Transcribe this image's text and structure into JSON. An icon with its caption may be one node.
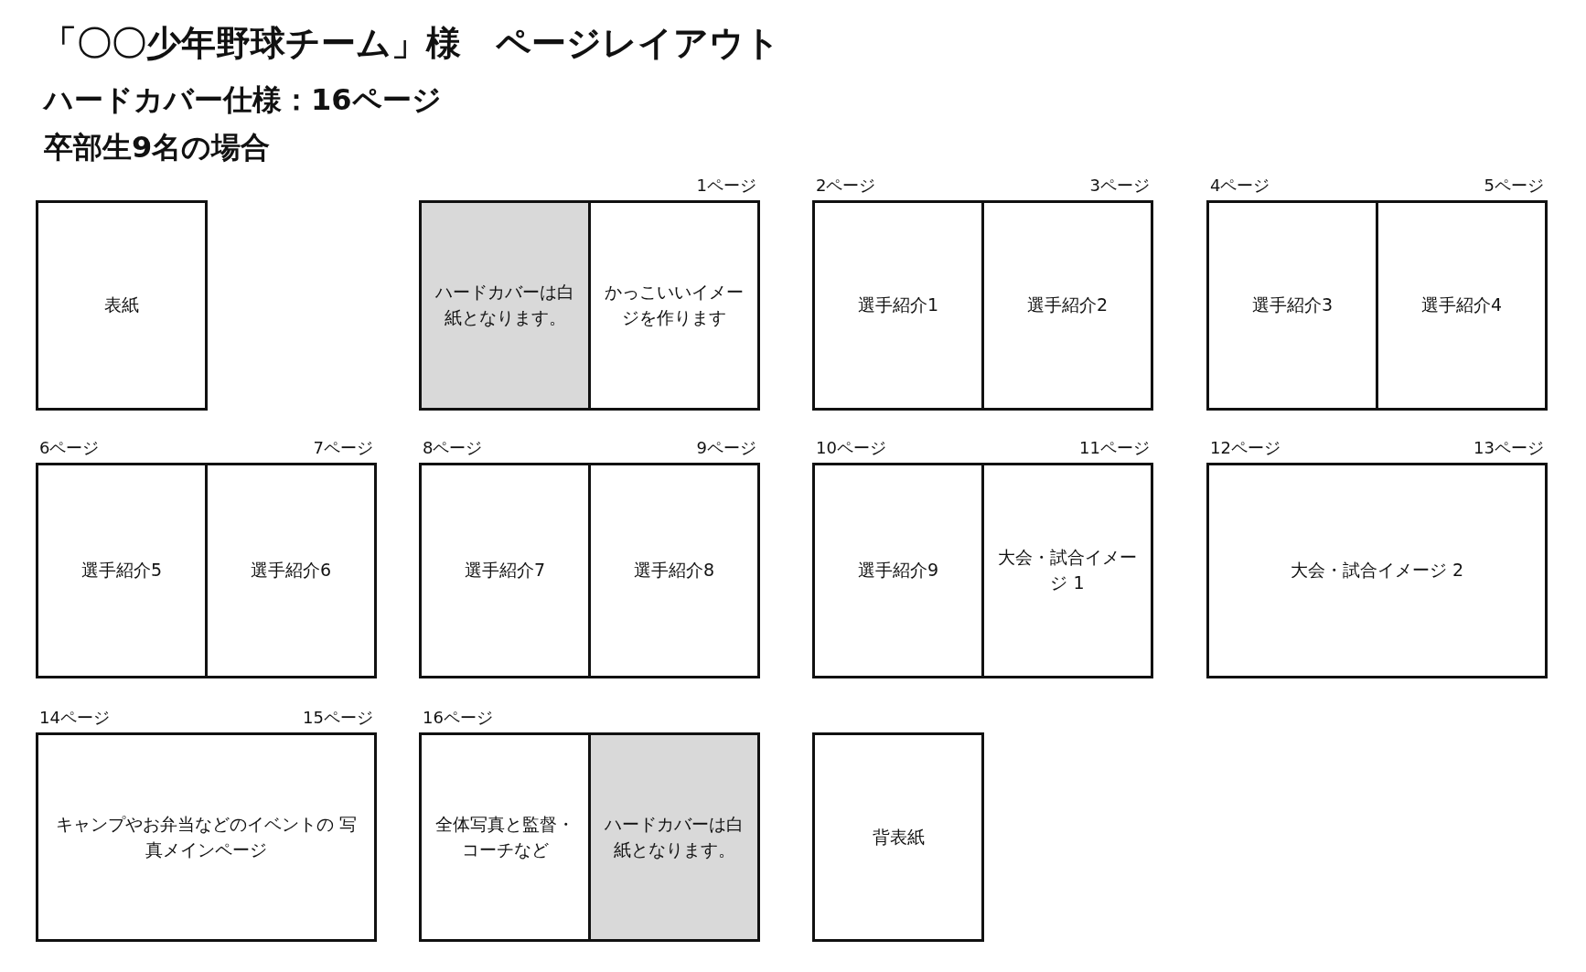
{
  "diagram": {
    "title": "「〇〇少年野球チーム」様　ページレイアウト",
    "nodes": [
      {
        "text": [
          "表紙"
        ]
      },
      {
        "text": [
          "ハードカバーは白紙となります。"
        ]
      },
      {
        "text": [
          "かっこいいイメージを作ります"
        ],
        "beside": [
          "1ページ"
        ]
      },
      {
        "text": [
          "選手紹介1"
        ],
        "beside": [
          "2ページ"
        ]
      },
      {
        "text": [
          "選手紹介2"
        ],
        "beside": [
          "3ページ"
        ]
      },
      {
        "text": [
          "選手紹介3"
        ],
        "beside": [
          "4ページ"
        ]
      },
      {
        "text": [
          "選手紹介4"
        ],
        "beside": [
          "5ページ"
        ]
      },
      {
        "text": [
          "選手紹介5"
        ],
        "beside": [
          "6ページ"
        ]
      },
      {
        "text": [
          "選手紹介6"
        ],
        "beside": [
          "7ページ"
        ]
      },
      {
        "text": [
          "選手紹介7"
        ],
        "beside": [
          "8ページ"
        ]
      },
      {
        "text": [
          "選手紹介8"
        ],
        "beside": [
          "9ページ"
        ]
      },
      {
        "text": [
          "選手紹介9"
        ],
        "beside": [
          "10ページ"
        ]
      },
      {
        "text": [
          "大会・試合イメージ 1"
        ],
        "beside": [
          "11ページ"
        ]
      },
      {
        "text": [
          "大会・試合イメージ 2"
        ],
        "beside": [
          "12ページ",
          "13ページ"
        ]
      },
      {
        "text": [
          "キャンプやお弁当などのイベントの 写真メインページ"
        ],
        "beside": [
          "14ページ",
          "15ページ"
        ]
      },
      {
        "text": [
          "全体写真と監督・コーチなど"
        ],
        "beside": [
          "16ページ"
        ]
      },
      {
        "text": [
          "ハードカバーは白紙となります。"
        ]
      },
      {
        "text": [
          "背表紙"
        ]
      }
    ],
    "edges": [],
    "labels": [
      "ハードカバー仕様：16ページ",
      "卒部生9名の場合"
    ]
  }
}
